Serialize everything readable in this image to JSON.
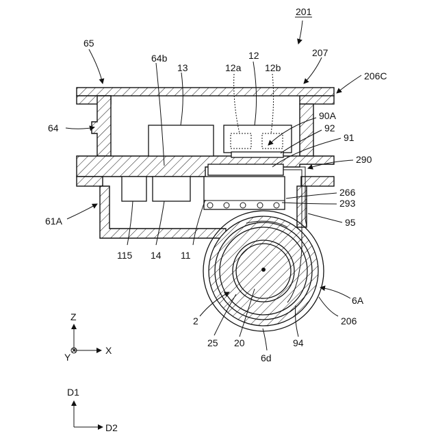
{
  "figure": {
    "number": "201",
    "labels": {
      "l65": "65",
      "l207": "207",
      "l206C": "206C",
      "l64": "64",
      "l64b": "64b",
      "l13": "13",
      "l12a": "12a",
      "l12": "12",
      "l12b": "12b",
      "l90A": "90A",
      "l92": "92",
      "l91": "91",
      "l290": "290",
      "l266": "266",
      "l293": "293",
      "l95": "95",
      "l61A": "61A",
      "l115": "115",
      "l14": "14",
      "l11": "11",
      "l6A": "6A",
      "l206": "206",
      "l2": "2",
      "l25": "25",
      "l20": "20",
      "l94": "94",
      "l6d": "6d"
    }
  },
  "axes1": {
    "z": "Z",
    "x": "X",
    "y": "Y"
  },
  "axes2": {
    "d1": "D1",
    "d2": "D2"
  }
}
